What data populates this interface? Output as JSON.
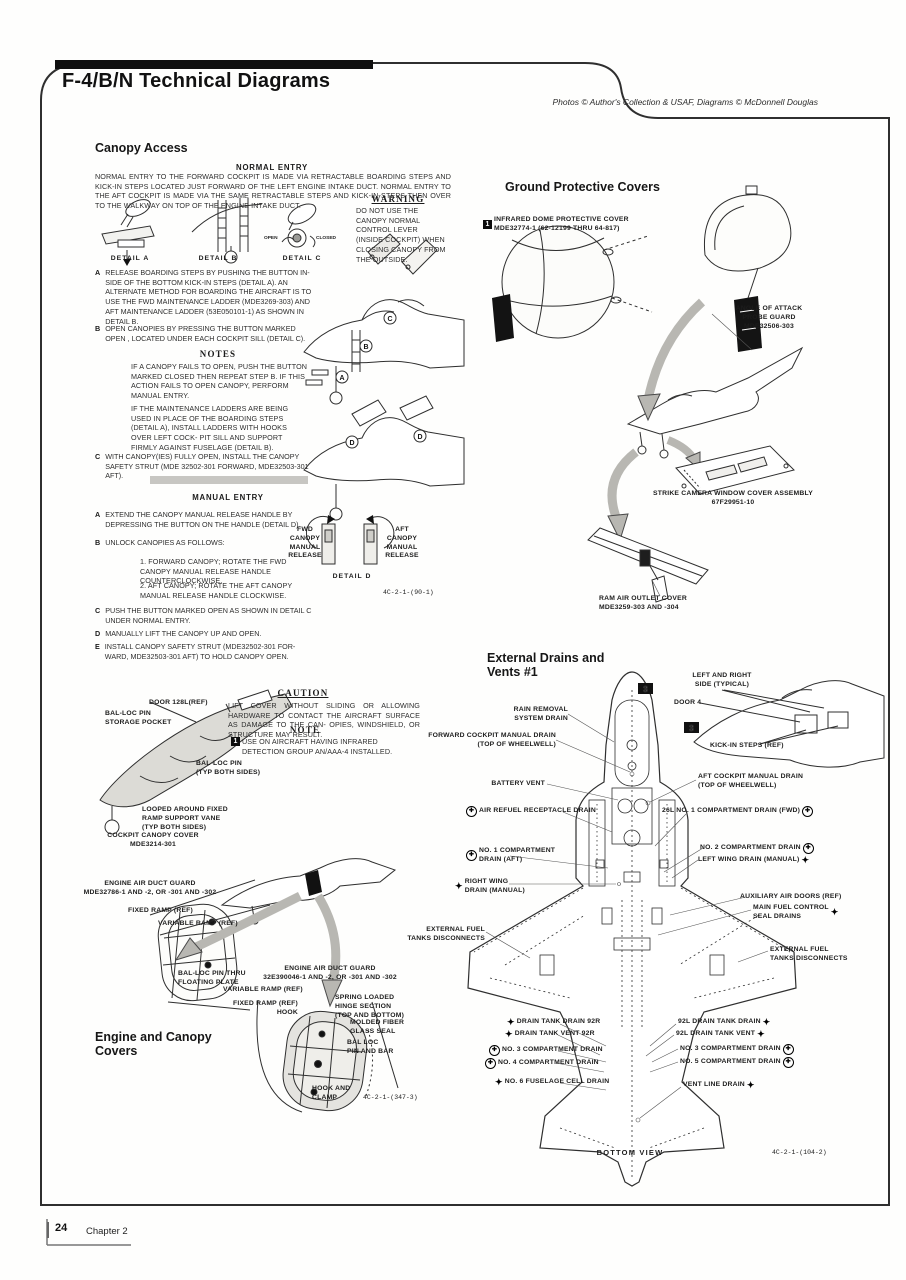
{
  "header": {
    "title": "F-4/B/N Technical Diagrams",
    "credit": "Photos © Author's Collection & USAF, Diagrams © McDonnell Douglas"
  },
  "icons": {
    "circled_drain": "✚",
    "plain_drain": "✦"
  },
  "canopy": {
    "heading": "Canopy Access",
    "normal_title": "NORMAL ENTRY",
    "normal_text": "NORMAL ENTRY TO THE FORWARD COCKPIT IS MADE VIA RETRACTABLE BOARDING STEPS AND KICK-IN STEPS LOCATED JUST FORWARD OF THE LEFT ENGINE INTAKE DUCT.  NORMAL ENTRY TO THE AFT COCKPIT IS MADE VIA THE SAME RETRACTABLE STEPS AND KICK-IN-STEPS THEN OVER TO THE WALKWAY ON TOP OF THE ENGINE INTAKE DUCT.",
    "warning_title": "WARNING",
    "warning_text": "DO NOT USE THE CANOPY NORMAL CONTROL LEVER (INSIDE COCKPIT) WHEN CLOSING CANOPY FROM THE OUTSIDE.",
    "details": [
      "DETAIL A",
      "DETAIL B",
      "DETAIL C",
      "DETAIL D"
    ],
    "open_label": "OPEN",
    "closed_label": "CLOSED",
    "marks": {
      "a": "A",
      "b": "B",
      "c": "C",
      "d": "D"
    },
    "steps": [
      {
        "l": "A",
        "t": "RELEASE BOARDING STEPS BY PUSHING THE BUTTON IN- SIDE OF THE BOTTOM KICK-IN STEPS (DETAIL A).  AN ALTERNATE METHOD FOR BOARDING THE AIRCRAFT IS TO USE THE FWD MAINTENANCE LADDER (MDE3269-303) AND AFT MAINTENANCE LADDER (53E050101-1) AS SHOWN IN DETAIL B."
      },
      {
        "l": "B",
        "t": "OPEN CANOPIES BY PRESSING THE BUTTON MARKED  OPEN , LOCATED UNDER EACH COCKPIT SILL (DETAIL C)."
      }
    ],
    "notes_title": "NOTES",
    "notes": [
      "IF A CANOPY FAILS TO OPEN, PUSH THE BUTTON MARKED  CLOSED  THEN REPEAT STEP B.  IF THIS ACTION FAILS TO OPEN CANOPY, PERFORM MANUAL ENTRY.",
      "IF THE MAINTENANCE LADDERS ARE BEING USED IN PLACE OF THE BOARDING STEPS (DETAIL A), INSTALL LADDERS WITH HOOKS OVER LEFT COCK- PIT SILL AND SUPPORT FIRMLY AGAINST FUSELAGE (DETAIL B)."
    ],
    "step_c": {
      "l": "C",
      "t": "WITH CANOPY(IES) FULLY OPEN, INSTALL THE CANOPY SAFETY STRUT (MDE 32502-301 FORWARD, MDE32503-301 AFT)."
    },
    "manual_title": "MANUAL ENTRY",
    "manual": [
      {
        "l": "A",
        "t": "EXTEND THE CANOPY MANUAL RELEASE HANDLE BY DEPRESSING THE BUTTON ON THE HANDLE (DETAIL D)."
      },
      {
        "l": "B",
        "t": "UNLOCK CANOPIES AS FOLLOWS:"
      }
    ],
    "subs": [
      "1.  FORWARD CANOPY; ROTATE THE  FWD CANOPY MANUAL RELEASE  HANDLE COUNTERCLOCKWISE.",
      "2.  AFT CANOPY; ROTATE THE  AFT CANOPY MANUAL RELEASE  HANDLE CLOCKWISE."
    ],
    "manual2": [
      {
        "l": "C",
        "t": "PUSH THE BUTTON MARKED  OPEN  AS SHOWN IN DETAIL C UNDER NORMAL ENTRY."
      },
      {
        "l": "D",
        "t": "MANUALLY LIFT THE CANOPY UP AND OPEN."
      },
      {
        "l": "E",
        "t": "INSTALL CANOPY SAFETY STRUT (MDE32502-301 FOR- WARD, MDE32503-301 AFT) TO HOLD CANOPY OPEN."
      }
    ],
    "fwd_release": "FWD\nCANOPY\nMANUAL\nRELEASE",
    "aft_release": "AFT\nCANOPY\nMANUAL\nRELEASE",
    "fig_ref": "4C-2-1-(90-1)"
  },
  "ground": {
    "heading": "Ground Protective Covers",
    "ir_marker": "1",
    "ir_label": "INFRARED DOME PROTECTIVE COVER\nMDE32774-1 (62-12199 THRU 64-817)",
    "aoa_label": "ANGLE OF ATTACK\nPROBE GUARD\nMDE32506-303",
    "strike_label": "STRIKE CAMERA WINDOW COVER ASSEMBLY\n67F29951-10",
    "ram_label": "RAM AIR OUTLET COVER\nMDE3259-303 AND -304"
  },
  "engine": {
    "heading": "Engine and Canopy\nCovers",
    "caution_title": "CAUTION",
    "caution_text": "LIFT COVER WITHOUT SLIDING OR ALLOWING HARDWARE TO CONTACT THE AIRCRAFT SURFACE AS DAMAGE TO THE CAN- OPIES, WINDSHIELD, OR STRUCTURE MAY RESULT.",
    "note_title": "NOTE",
    "note_marker": "1",
    "note_text": "USE ON AIRCRAFT HAVING  INFRARED DETECTION GROUP  AN/AAA-4 INSTALLED.",
    "labels": [
      "DOOR 128L(REF)",
      "BAL-LOC PIN\nSTORAGE POCKET",
      "BAL-LOC PIN\n(TYP BOTH SIDES)",
      "LOOPED AROUND FIXED\nRAMP SUPPORT VANE\n(TYP BOTH SIDES)",
      "COCKPIT CANOPY COVER\nMDE3214-301",
      "ENGINE AIR DUCT GUARD\nMDE32786-1 AND -2, OR -301 AND -302",
      "FIXED RAMP (REF)",
      "VARIABLE RAMP (REF)",
      "BAL-LOC PIN THRU\nFLOATING PLATE",
      "ENGINE AIR DUCT GUARD\n32E390046-1 AND -2, OR -301 AND -302",
      "VARIABLE RAMP (REF)",
      "FIXED RAMP (REF)\nHOOK",
      "SPRING LOADED\nHINGE SECTION\n(TOP AND BOTTOM)",
      "MOLDED FIBER\nGLASS SEAL",
      "BAL LOC\nPIN AND BAR",
      "HOOK AND\nCLAMP"
    ],
    "fig_ref": "4C-2-1-(347-3)"
  },
  "drains": {
    "heading": "External Drains and\nVents #1",
    "marker3": "3",
    "labels": [
      "RAIN REMOVAL\nSYSTEM DRAIN",
      "FORWARD COCKPIT MANUAL DRAIN\n(TOP OF WHEELWELL)",
      "BATTERY VENT",
      "AFT COCKPIT MANUAL DRAIN\n(TOP OF WHEELWELL)",
      "LEFT AND RIGHT\nSIDE (TYPICAL)",
      "DOOR 4",
      "KICK-IN STEPS (REF)",
      "AIR REFUEL RECEPTACLE DRAIN",
      "26L NO. 1 COMPARTMENT DRAIN (FWD)",
      "NO. 1 COMPARTMENT\nDRAIN (AFT)",
      "NO. 2 COMPARTMENT DRAIN",
      "LEFT WING DRAIN (MANUAL)",
      "RIGHT WING\nDRAIN (MANUAL)",
      "AUXILIARY AIR DOORS (REF)",
      "MAIN FUEL CONTROL\nSEAL DRAINS",
      "EXTERNAL FUEL\nTANKS DISCONNECTS",
      "EXTERNAL FUEL\nTANKS DISCONNECTS",
      "DRAIN TANK DRAIN 92R",
      "DRAIN TANK VENT 92R",
      "92L DRAIN TANK DRAIN",
      "92L DRAIN TANK VENT",
      "NO. 3 COMPARTMENT DRAIN",
      "NO. 4 COMPARTMENT DRAIN",
      "NO. 6 FUSELAGE CELL DRAIN",
      "NO. 3 COMPARTMENT DRAIN",
      "NO. 5 COMPARTMENT DRAIN",
      "VENT LINE DRAIN",
      "BOTTOM VIEW"
    ],
    "fig_ref": "4C-2-1-(104-2)"
  },
  "footer": {
    "page_number": "24",
    "chapter": "Chapter 2"
  }
}
